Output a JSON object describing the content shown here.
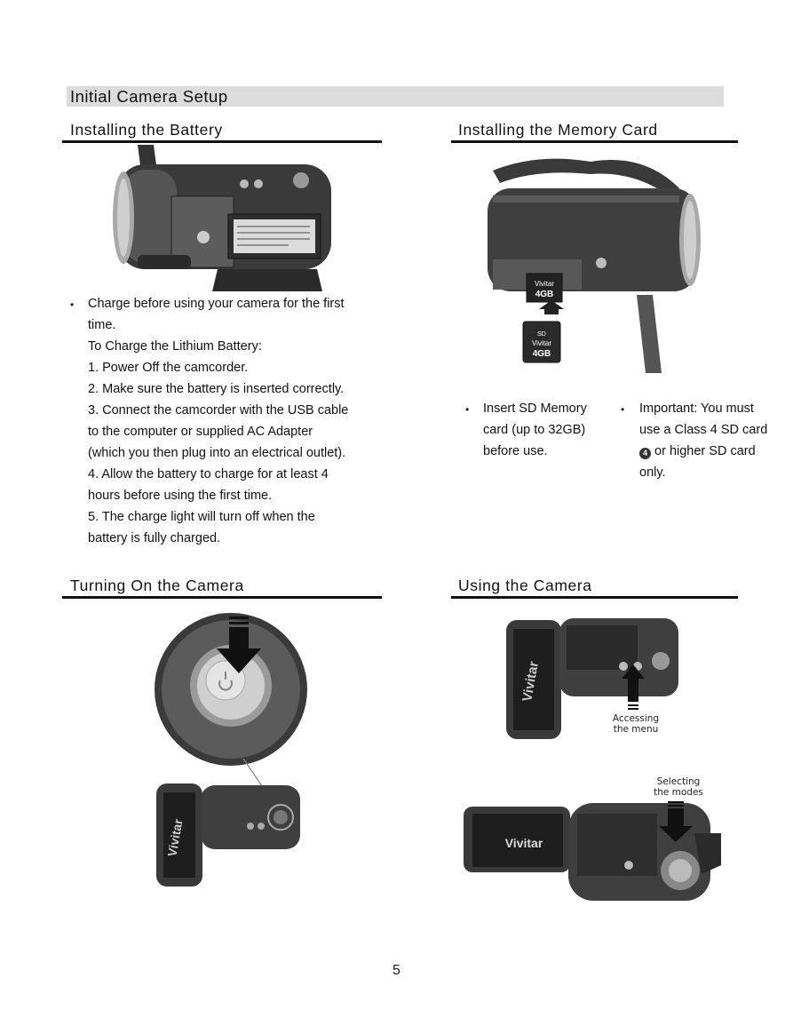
{
  "page_title": "Initial Camera Setup",
  "sections": {
    "battery": {
      "title": "Installing the Battery",
      "bullet": "•",
      "lines": [
        "Charge before using your camera for the first",
        "time.",
        "To Charge the Lithium Battery:",
        "1. Power Off the camcorder.",
        "2. Make sure the battery is inserted correctly.",
        "3. Connect the camcorder with the USB cable",
        "to the computer or supplied AC Adapter",
        "(which you then plug into an electrical outlet).",
        "4. Allow the battery to charge for at least 4",
        "hours before using the first time.",
        "5. The charge light will turn off when the",
        "battery is fully charged."
      ]
    },
    "memory_card": {
      "title": "Installing the Memory Card",
      "card_brand": "Vivitar",
      "card_capacity": "4GB",
      "card_type": "SD",
      "insert_bullet": {
        "marker": "•",
        "lines": [
          "Insert SD Memory",
          "card (up to 32GB)",
          "before use."
        ]
      },
      "important_bullet": {
        "marker": "•",
        "lines": [
          "Important: You must",
          "use a Class 4 SD card",
          "or higher SD card",
          "only."
        ],
        "class_icon_text": "4"
      }
    },
    "turning_on": {
      "title": "Turning On the Camera",
      "brand": "Vivitar"
    },
    "using": {
      "title": "Using the Camera",
      "brand": "Vivitar",
      "annotation_menu": [
        "Accessing",
        "the menu"
      ],
      "annotation_modes": [
        "Selecting",
        "the modes"
      ]
    }
  },
  "page_number": "5",
  "colors": {
    "heading_bar": "#dcdcdc",
    "rule": "#111111",
    "camera_dark": "#2b2b2b",
    "camera_mid": "#6a6a6a",
    "camera_light": "#bdbdbd"
  },
  "icons": [
    "down-arrow-icon",
    "up-arrow-icon",
    "power-button-icon",
    "class-4-icon"
  ]
}
